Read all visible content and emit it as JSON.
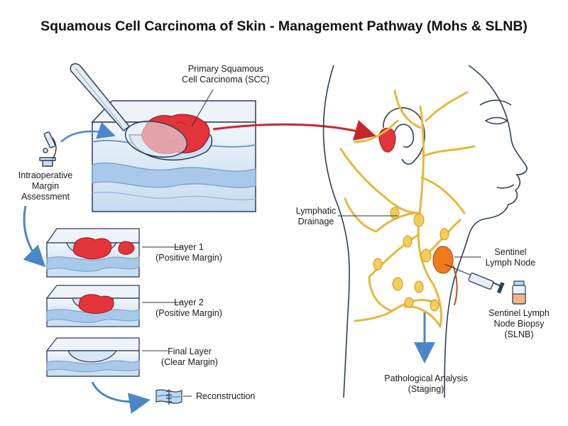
{
  "title": "Squamous Cell Carcinoma of Skin - Management Pathway (Mohs & SLNB)",
  "labels": {
    "primary_line1": "Primary Squamous",
    "primary_line2": "Cell Carcinoma (SCC)",
    "margin_line1": "Intraoperative",
    "margin_line2": "Margin",
    "margin_line3": "Assessment",
    "layer1_line1": "Layer 1",
    "layer1_line2": "(Positive Margin)",
    "layer2_line1": "Layer 2",
    "layer2_line2": "(Positive Margin)",
    "final_line1": "Final Layer",
    "final_line2": "(Clear Margin)",
    "reconstruction": "Reconstruction",
    "lymph_line1": "Lymphatic",
    "lymph_line2": "Drainage",
    "sentinel_line1": "Sentinel",
    "sentinel_line2": "Lymph Node",
    "slnb_line1": "Sentinel Lymph",
    "slnb_line2": "Node Biopsy",
    "slnb_line3": "(SLNB)",
    "patho_line1": "Pathological Analysis",
    "patho_line2": "(Staging)"
  },
  "colors": {
    "tumor": "#e2343a",
    "skin_blue": "#bcd8f0",
    "skin_dark": "#6e9bc9",
    "outline": "#2d3e57",
    "lymph": "#e8b73a",
    "node": "#f07a1c",
    "arrow_red": "#c9262b",
    "arrow_blue": "#4b86c6"
  },
  "icons": [
    "microscope-icon",
    "scalpel-icon",
    "syringe-icon",
    "vial-icon",
    "reconstruction-icon"
  ]
}
